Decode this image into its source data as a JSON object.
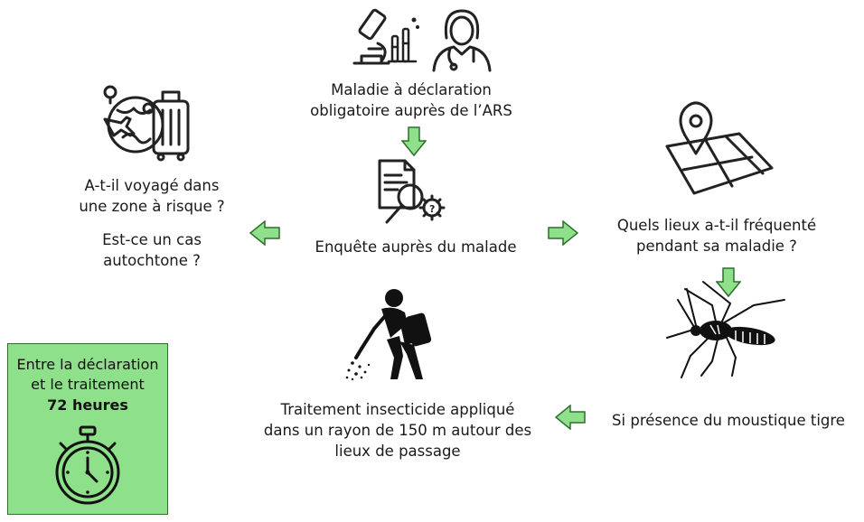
{
  "nodes": {
    "declaration": {
      "line1": "Maladie à déclaration",
      "line2": "obligatoire auprès de l’ARS"
    },
    "enquete": {
      "label": "Enquête auprès du malade"
    },
    "voyage": {
      "line1": "A-t-il voyagé dans",
      "line2": "une zone à risque ?"
    },
    "autochtone": {
      "line1": "Est-ce un cas",
      "line2": "autochtone ?"
    },
    "lieux": {
      "line1": "Quels lieux a-t-il fréquenté",
      "line2": "pendant sa maladie ?"
    },
    "moustique": {
      "label": "Si présence du moustique tigre"
    },
    "traitement": {
      "line1": "Traitement insecticide appliqué",
      "line2": "dans un rayon de 150 m autour des",
      "line3": "lieux de passage"
    }
  },
  "timer_box": {
    "line1": "Entre la déclaration",
    "line2": "et le traitement",
    "line3": "72 heures"
  },
  "icons": [
    "microscope-icon",
    "doctor-icon",
    "travel-globe-icon",
    "suitcase-icon",
    "document-search-icon",
    "map-pin-icon",
    "mosquito-icon",
    "sprayer-worker-icon",
    "stopwatch-icon"
  ],
  "colors": {
    "arrow_fill": "#8fe08a",
    "arrow_stroke": "#2f6f2c",
    "box_fill": "#8fe08a",
    "text": "#1a1a1a"
  }
}
